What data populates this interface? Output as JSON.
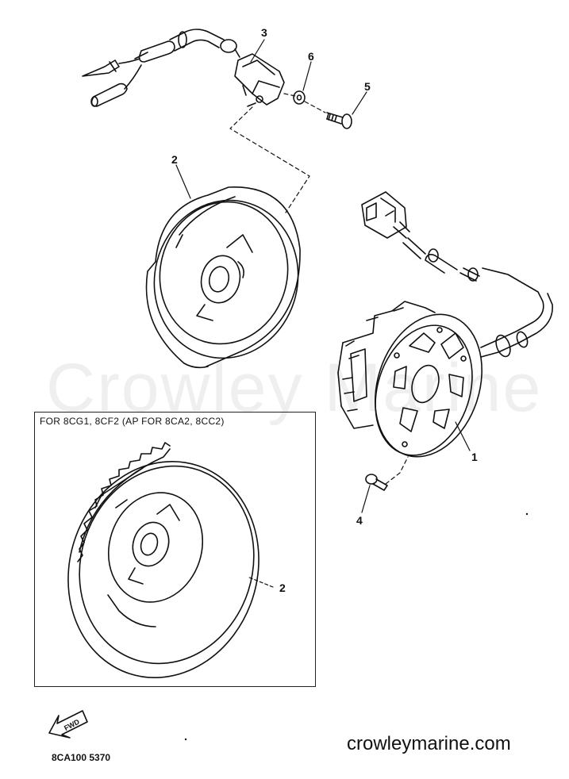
{
  "watermark": "Crowley Marine",
  "callouts": {
    "c1": "1",
    "c2a": "2",
    "c2b": "2",
    "c3": "3",
    "c4": "4",
    "c5": "5",
    "c6": "6"
  },
  "inset_label": "FOR 8CG1, 8CF2 (AP FOR 8CA2, 8CC2)",
  "fwd_label": "FWD",
  "part_code": "8CA100 5370",
  "website": "crowleymarine.com"
}
